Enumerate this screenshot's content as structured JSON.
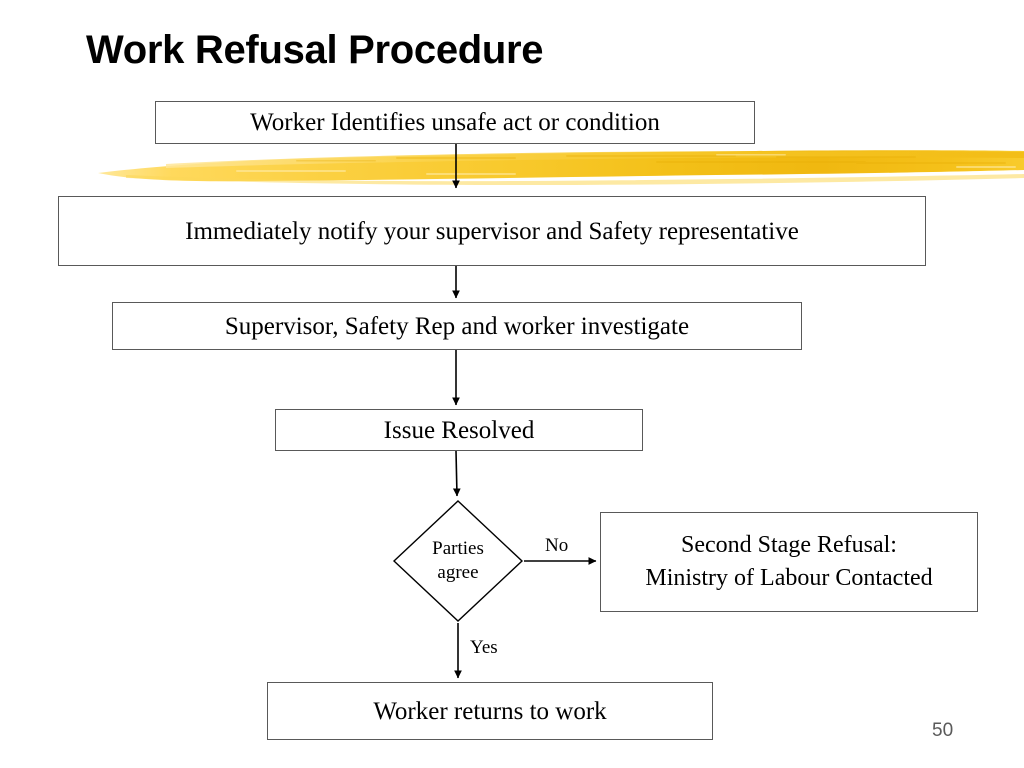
{
  "slide": {
    "title": "Work Refusal Procedure",
    "page_number": "50",
    "accent_color": "#F5C21C",
    "box_border_color": "#595959",
    "text_color": "#000000",
    "page_number_color": "#5A5A5A",
    "background_color": "#FFFFFF"
  },
  "flowchart": {
    "nodes": [
      {
        "id": "identify",
        "shape": "rect",
        "text": "Worker Identifies unsafe act or condition"
      },
      {
        "id": "notify",
        "shape": "rect",
        "text": "Immediately notify your supervisor and Safety representative"
      },
      {
        "id": "investigate",
        "shape": "rect",
        "text": "Supervisor, Safety Rep and worker investigate"
      },
      {
        "id": "resolved",
        "shape": "rect",
        "text": "Issue Resolved"
      },
      {
        "id": "decision",
        "shape": "diamond",
        "text_line_1": "Parties",
        "text_line_2": "agree"
      },
      {
        "id": "second_stage",
        "shape": "rect",
        "text_line_1": "Second Stage Refusal:",
        "text_line_2": "Ministry of Labour Contacted"
      },
      {
        "id": "return",
        "shape": "rect",
        "text": "Worker returns to work"
      }
    ],
    "edges": [
      {
        "from": "identify",
        "to": "notify",
        "label": ""
      },
      {
        "from": "notify",
        "to": "investigate",
        "label": ""
      },
      {
        "from": "investigate",
        "to": "resolved",
        "label": ""
      },
      {
        "from": "resolved",
        "to": "decision",
        "label": ""
      },
      {
        "from": "decision",
        "to": "second_stage",
        "label": "No"
      },
      {
        "from": "decision",
        "to": "return",
        "label": "Yes"
      }
    ],
    "labels": {
      "no": "No",
      "yes": "Yes"
    }
  }
}
